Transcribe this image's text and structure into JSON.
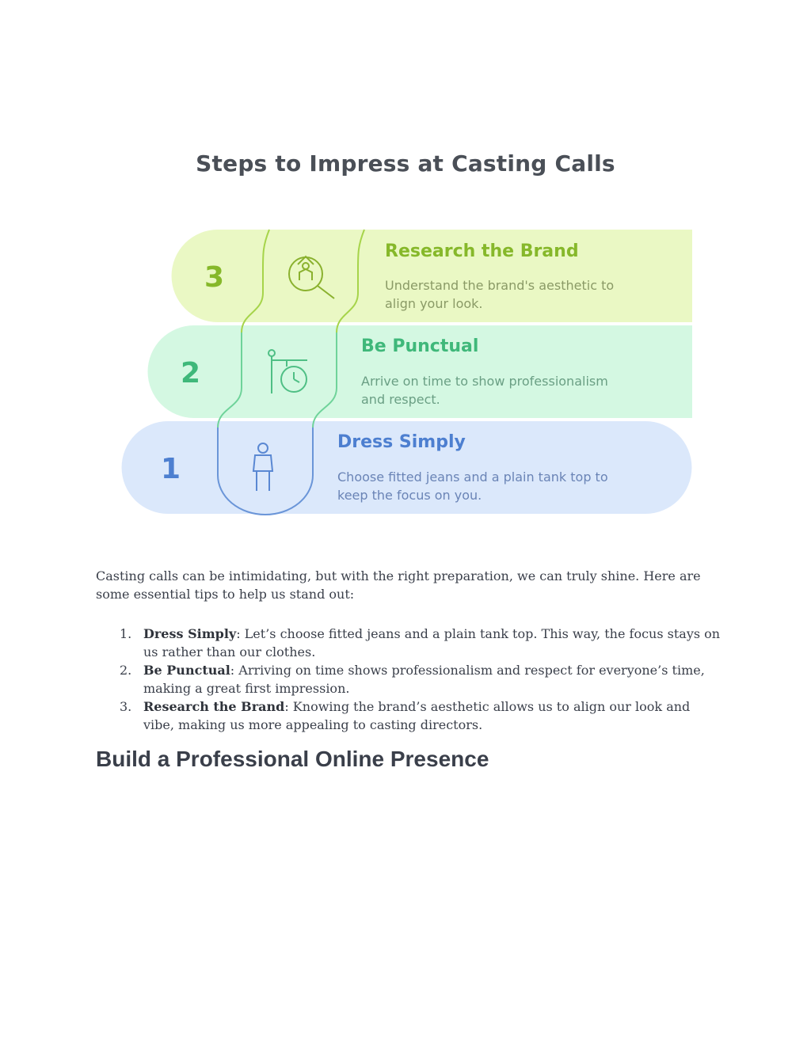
{
  "figure": {
    "title": "Steps to Impress at Casting Calls",
    "steps": [
      {
        "number": "3",
        "title": "Research the Brand",
        "desc_line1": "Understand the brand's aesthetic to",
        "desc_line2": "align your look.",
        "icon": "search-icon",
        "fill": "#eaf8c4",
        "text_color": "#86b82a"
      },
      {
        "number": "2",
        "title": "Be Punctual",
        "desc_line1": "Arrive on time to show professionalism",
        "desc_line2": "and respect.",
        "icon": "clock-sign-icon",
        "fill": "#d4f8e2",
        "text_color": "#3fb87a"
      },
      {
        "number": "1",
        "title": "Dress Simply",
        "desc_line1": "Choose fitted jeans and a plain tank top to",
        "desc_line2": "keep the focus on you.",
        "icon": "person-icon",
        "fill": "#dbe8fb",
        "text_color": "#4d7fd0"
      }
    ]
  },
  "intro": "Casting calls can be intimidating, but with the right preparation, we can truly shine. Here are some essential tips to help us stand out:",
  "tips": [
    {
      "num": "1.",
      "title": "Dress Simply",
      "text": ": Let’s choose fitted jeans and a plain tank top. This way, the focus stays on us rather than our clothes."
    },
    {
      "num": "2.",
      "title": "Be Punctual",
      "text": ": Arriving on time shows professionalism and respect for everyone’s time, making a great first impression."
    },
    {
      "num": "3.",
      "title": "Research the Brand",
      "text": ": Knowing the brand’s aesthetic allows us to align our look and vibe, making us more appealing to casting directors."
    }
  ],
  "section_heading": "Build a Professional Online Presence"
}
